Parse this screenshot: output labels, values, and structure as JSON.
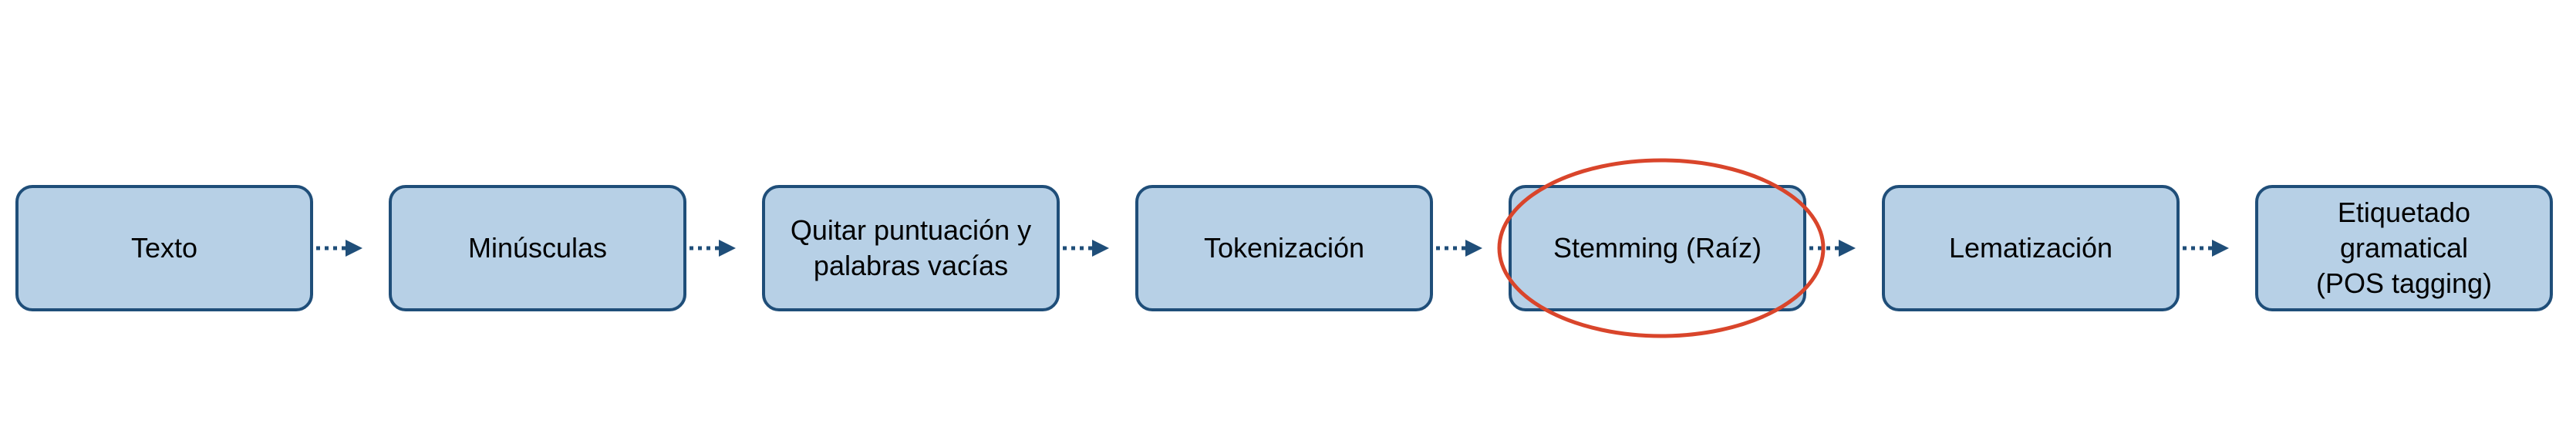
{
  "pipeline": {
    "steps": [
      {
        "label": "Texto"
      },
      {
        "label": "Minúsculas"
      },
      {
        "label": "Quitar puntuación y\npalabras vacías"
      },
      {
        "label": "Tokenización"
      },
      {
        "label": "Stemming (Raíz)"
      },
      {
        "label": "Lematización"
      },
      {
        "label": "Etiquetado\ngramatical\n(POS tagging)"
      }
    ],
    "highlighted_step": 4
  },
  "colors": {
    "box_fill": "#b7d0e6",
    "box_border": "#1f4e79",
    "arrow": "#1f4e79",
    "highlight_ring": "#d9452b"
  }
}
